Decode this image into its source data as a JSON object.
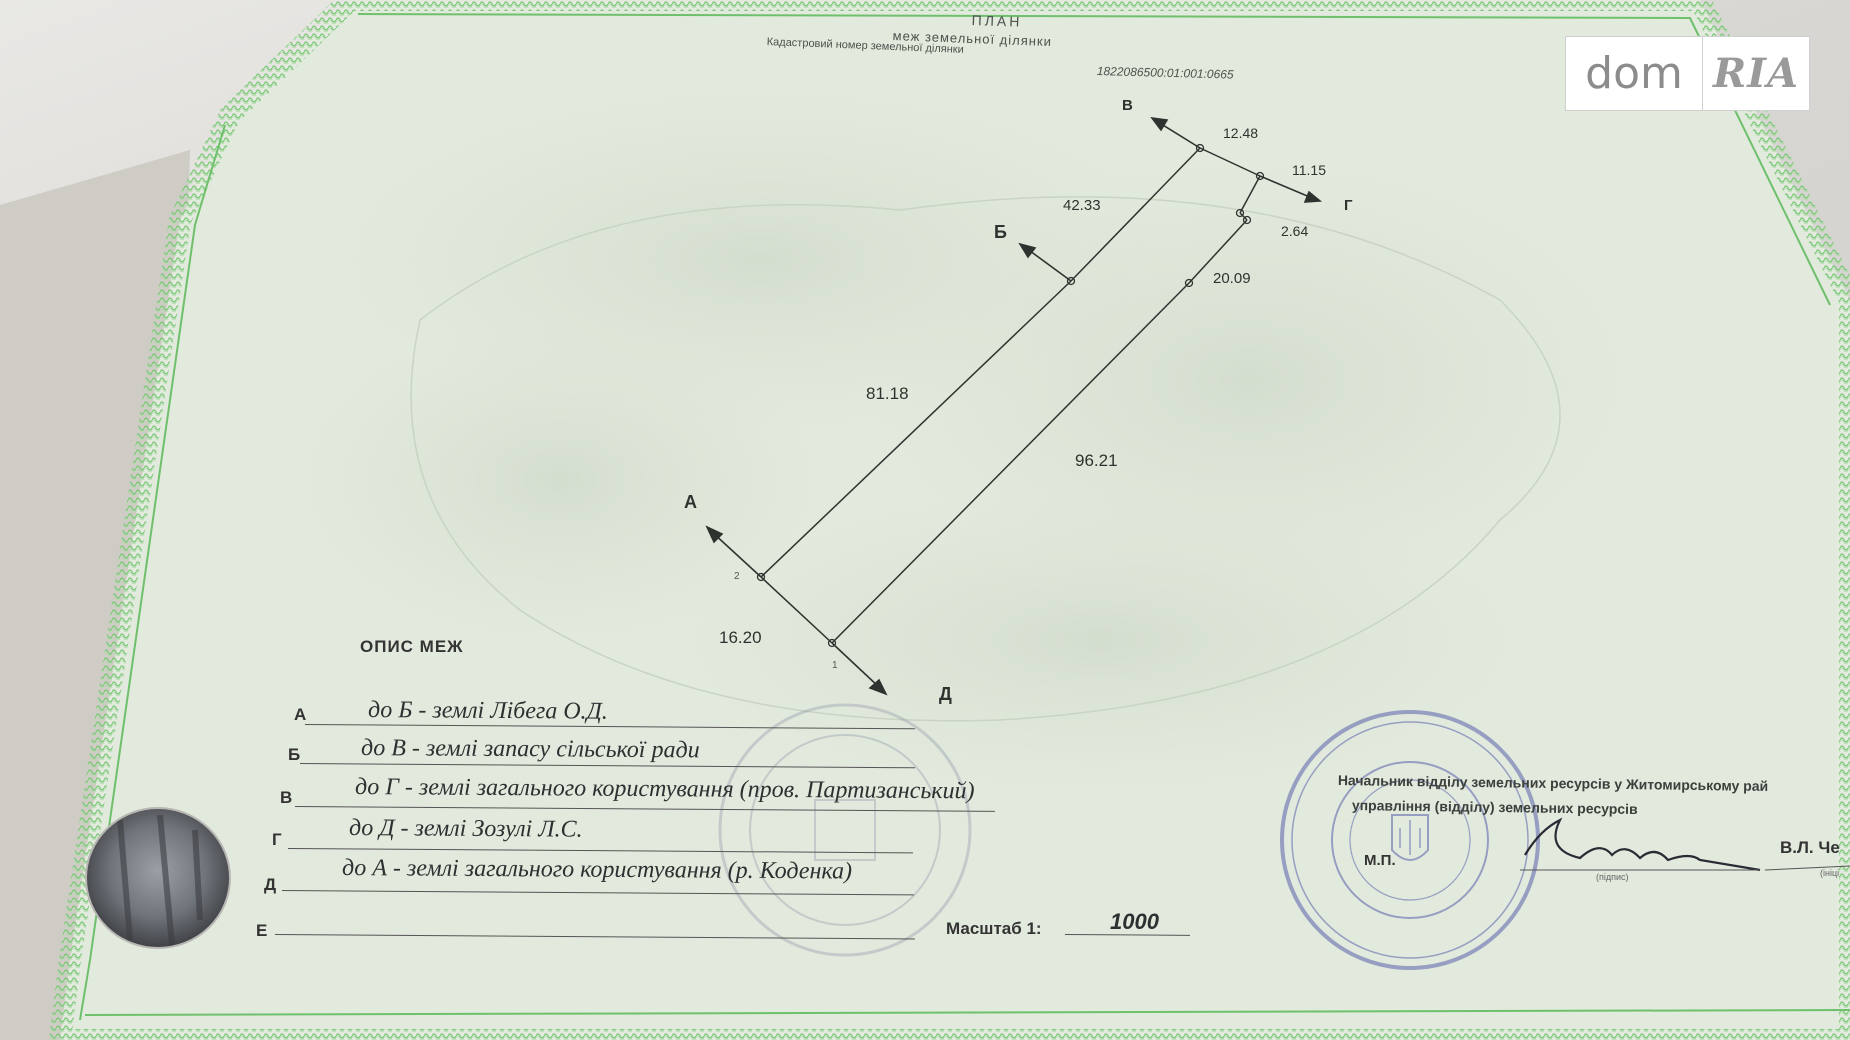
{
  "document": {
    "title": "ПЛАН",
    "subtitle": "меж земельної ділянки",
    "cadastral_label": "Кадастровий номер земельної ділянки",
    "cadastral_number": "1822086500:01:001:0665"
  },
  "plan": {
    "measurements": [
      "81.18",
      "96.21",
      "16.20",
      "42.33",
      "12.48",
      "11.15",
      "2.64",
      "20.09"
    ],
    "corners": [
      "А",
      "Б",
      "В",
      "Г",
      "Д"
    ],
    "point_numbers": [
      "1",
      "2"
    ]
  },
  "boundaries": {
    "heading": "ОПИС МЕЖ",
    "rows": [
      {
        "letter": "А",
        "text": "до Б - землі Лібега О.Д."
      },
      {
        "letter": "Б",
        "text": "до В - землі запасу сільської ради"
      },
      {
        "letter": "В",
        "text": "до Г - землі загального користування (пров. Партизанський)"
      },
      {
        "letter": "Г",
        "text": "до Д - землі Зозулі Л.С."
      },
      {
        "letter": "Д",
        "text": "до А - землі загального користування (р. Коденка)"
      },
      {
        "letter": "Е",
        "text": ""
      }
    ]
  },
  "scale": {
    "label": "Масштаб 1:",
    "value": "1000"
  },
  "official": {
    "line1": "Начальник відділу земельних ресурсів у Житомирському рай",
    "line2": "управління (відділу) земельних ресурсів",
    "mp": "М.П.",
    "signature_caption": "(підпис)",
    "name": "В.Л. Че",
    "name_caption": "(ініці"
  },
  "watermark": {
    "left": "dom",
    "right": "RIA"
  },
  "colors": {
    "paper": "#e4ebdf",
    "border": "#8fcf8a",
    "ink": "#2f332f",
    "stamp": "#7d86b8"
  }
}
